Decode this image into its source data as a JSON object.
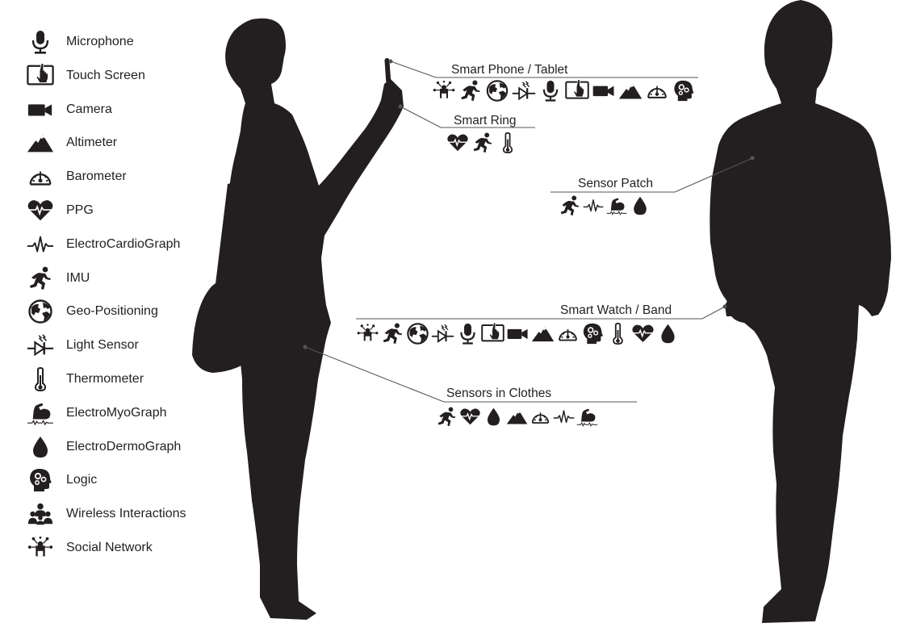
{
  "colors": {
    "ink": "#231f20",
    "line": "#555555",
    "silhouette": "#231f20"
  },
  "legend": [
    {
      "icon": "microphone-icon",
      "label": "Microphone"
    },
    {
      "icon": "touch-screen-icon",
      "label": "Touch Screen"
    },
    {
      "icon": "camera-icon",
      "label": "Camera"
    },
    {
      "icon": "altimeter-icon",
      "label": "Altimeter"
    },
    {
      "icon": "barometer-icon",
      "label": "Barometer"
    },
    {
      "icon": "ppg-icon",
      "label": "PPG"
    },
    {
      "icon": "ecg-icon",
      "label": "ElectroCardioGraph"
    },
    {
      "icon": "imu-icon",
      "label": "IMU"
    },
    {
      "icon": "globe-icon",
      "label": "Geo-Positioning"
    },
    {
      "icon": "light-sensor-icon",
      "label": "Light Sensor"
    },
    {
      "icon": "thermometer-icon",
      "label": "Thermometer"
    },
    {
      "icon": "emg-icon",
      "label": "ElectroMyoGraph"
    },
    {
      "icon": "eda-icon",
      "label": "ElectroDermoGraph"
    },
    {
      "icon": "logic-icon",
      "label": "Logic"
    },
    {
      "icon": "wireless-icon",
      "label": "Wireless Interactions"
    },
    {
      "icon": "social-network-icon",
      "label": "Social Network"
    }
  ],
  "devices": [
    {
      "id": "smart-phone-tablet",
      "title": "Smart Phone / Tablet",
      "sensors": [
        "social-network-icon",
        "imu-icon",
        "globe-icon",
        "light-sensor-icon",
        "microphone-icon",
        "touch-screen-icon",
        "camera-icon",
        "altimeter-icon",
        "barometer-icon",
        "logic-icon"
      ]
    },
    {
      "id": "smart-ring",
      "title": "Smart Ring",
      "sensors": [
        "ppg-icon",
        "imu-icon",
        "thermometer-icon"
      ]
    },
    {
      "id": "sensor-patch",
      "title": "Sensor Patch",
      "sensors": [
        "imu-icon",
        "ecg-icon",
        "emg-icon",
        "eda-icon"
      ]
    },
    {
      "id": "smart-watch-band",
      "title": "Smart Watch / Band",
      "sensors": [
        "social-network-icon",
        "imu-icon",
        "globe-icon",
        "light-sensor-icon",
        "microphone-icon",
        "touch-screen-icon",
        "camera-icon",
        "altimeter-icon",
        "barometer-icon",
        "logic-icon",
        "thermometer-icon",
        "ppg-icon",
        "eda-icon"
      ]
    },
    {
      "id": "sensors-in-clothes",
      "title": "Sensors in Clothes",
      "sensors": [
        "imu-icon",
        "ppg-icon",
        "eda-icon",
        "altimeter-icon",
        "barometer-icon",
        "ecg-icon",
        "emg-icon"
      ]
    }
  ]
}
